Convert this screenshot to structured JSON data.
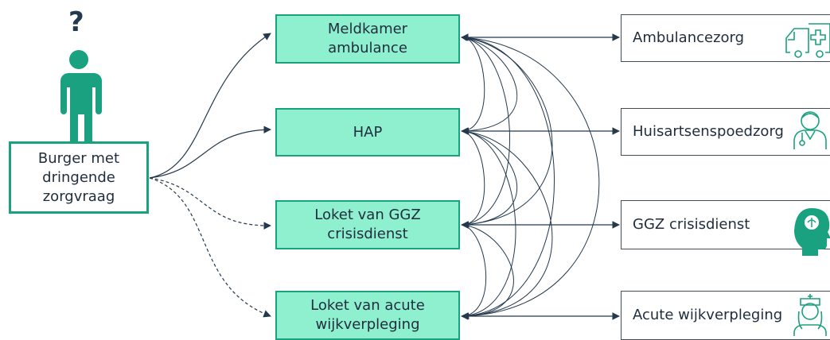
{
  "citizen": {
    "question_mark": "?",
    "label_lines": [
      "Burger met",
      "dringende",
      "zorgvraag"
    ]
  },
  "centers": [
    {
      "id": "meldkamer",
      "label_lines": [
        "Meldkamer",
        "ambulance"
      ]
    },
    {
      "id": "hap",
      "label_lines": [
        "HAP"
      ]
    },
    {
      "id": "ggz-loket",
      "label_lines": [
        "Loket van GGZ",
        "crisisdienst"
      ]
    },
    {
      "id": "wijk-loket",
      "label_lines": [
        "Loket van acute",
        "wijkverpleging"
      ]
    }
  ],
  "services": [
    {
      "id": "ambulancezorg",
      "label": "Ambulancezorg",
      "icon": "ambulance-icon"
    },
    {
      "id": "huisartsenspoedzorg",
      "label": "Huisartsenspoedzorg",
      "icon": "doctor-icon"
    },
    {
      "id": "ggz-crisisdienst",
      "label": "GGZ crisisdienst",
      "icon": "brain-head-icon"
    },
    {
      "id": "acute-wijkverpleging",
      "label": "Acute wijkverpleging",
      "icon": "nurse-icon"
    }
  ],
  "colors": {
    "accent": "#1aa17f",
    "center_fill": "#8ef0cf",
    "line": "#24394d",
    "text": "#1f2d3d"
  }
}
